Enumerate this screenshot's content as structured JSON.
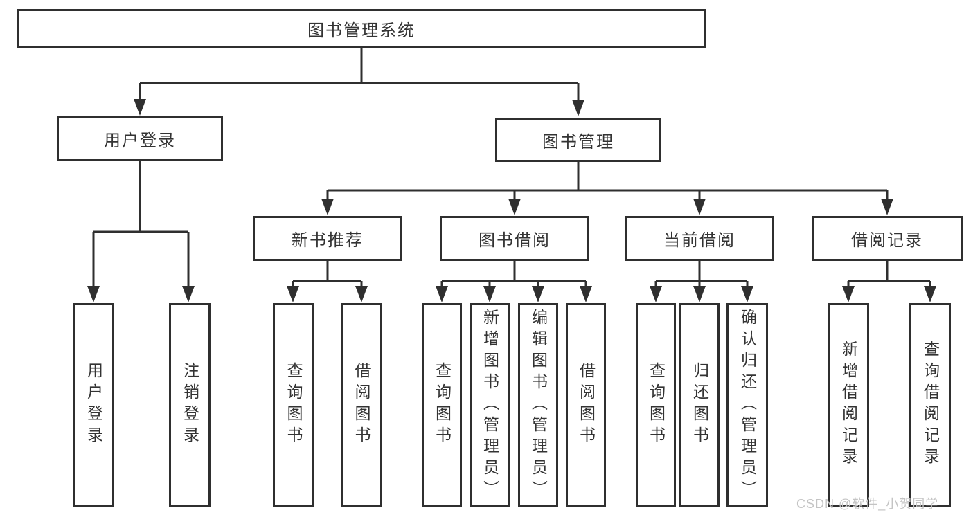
{
  "diagram": {
    "root": {
      "label": "图书管理系统"
    },
    "children": [
      {
        "label": "用户登录",
        "children": [
          {
            "label": "用户登录"
          },
          {
            "label": "注销登录"
          }
        ]
      },
      {
        "label": "图书管理",
        "children": [
          {
            "label": "新书推荐",
            "children": [
              {
                "label": "查询图书"
              },
              {
                "label": "借阅图书"
              }
            ]
          },
          {
            "label": "图书借阅",
            "children": [
              {
                "label": "查询图书"
              },
              {
                "label": "新增图书（管理员）"
              },
              {
                "label": "编辑图书（管理员）"
              },
              {
                "label": "借阅图书"
              }
            ]
          },
          {
            "label": "当前借阅",
            "children": [
              {
                "label": "查询图书"
              },
              {
                "label": "归还图书"
              },
              {
                "label": "确认归还（管理员）"
              }
            ]
          },
          {
            "label": "借阅记录",
            "children": [
              {
                "label": "新增借阅记录"
              },
              {
                "label": "查询借阅记录"
              }
            ]
          }
        ]
      }
    ]
  },
  "watermark": {
    "text": "CSDN @软件_小贺同学"
  },
  "colors": {
    "line": "#2f2f2f",
    "box_border": "#2f2f2f",
    "box_fill": "#ffffff",
    "text": "#333333",
    "watermark": "#c4c4c4",
    "background": "#ffffff"
  }
}
